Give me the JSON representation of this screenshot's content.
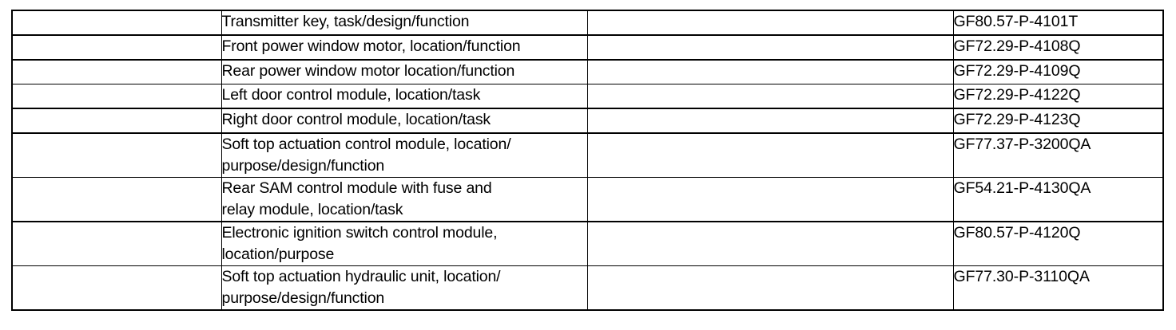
{
  "document": {
    "type": "reference-table",
    "columns": [
      {
        "key": "marker",
        "label": ""
      },
      {
        "key": "description",
        "label": ""
      },
      {
        "key": "spacer",
        "label": ""
      },
      {
        "key": "document_number",
        "label": ""
      }
    ],
    "rows": [
      {
        "marker": "",
        "description_lines": [
          "Transmitter key, task/design/function"
        ],
        "spacer": "",
        "document_number": "GF80.57-P-4101T",
        "lines": 1,
        "thick_bottom": true
      },
      {
        "marker": "",
        "description_lines": [
          "Front power window motor, location/function"
        ],
        "spacer": "",
        "document_number": "GF72.29-P-4108Q",
        "lines": 1,
        "thick_bottom": true
      },
      {
        "marker": "",
        "description_lines": [
          "Rear power window motor location/function"
        ],
        "spacer": "",
        "document_number": "GF72.29-P-4109Q",
        "lines": 1,
        "thick_bottom": false
      },
      {
        "marker": "",
        "description_lines": [
          "Left door control module, location/task"
        ],
        "spacer": "",
        "document_number": "GF72.29-P-4122Q",
        "lines": 1,
        "thick_bottom": true
      },
      {
        "marker": "",
        "description_lines": [
          "Right door control module, location/task"
        ],
        "spacer": "",
        "document_number": "GF72.29-P-4123Q",
        "lines": 1,
        "thick_bottom": true
      },
      {
        "marker": "",
        "description_lines": [
          "Soft top actuation control module, location/",
          "purpose/design/function"
        ],
        "spacer": "",
        "document_number": "GF77.37-P-3200QA",
        "lines": 2,
        "thick_bottom": false
      },
      {
        "marker": "",
        "description_lines": [
          "Rear SAM control module with fuse and",
          "relay module, location/task"
        ],
        "spacer": "",
        "document_number": "GF54.21-P-4130QA",
        "lines": 2,
        "thick_bottom": true
      },
      {
        "marker": "",
        "description_lines": [
          "Electronic ignition switch control module,",
          "location/purpose"
        ],
        "spacer": "",
        "document_number": "GF80.57-P-4120Q",
        "lines": 2,
        "thick_bottom": false
      },
      {
        "marker": "",
        "description_lines": [
          "Soft top actuation hydraulic unit, location/",
          "purpose/design/function"
        ],
        "spacer": "",
        "document_number": "GF77.30-P-3110QA",
        "lines": 2,
        "thick_bottom": false
      }
    ]
  },
  "style": {
    "text_color": "#000000",
    "border_color": "#000000",
    "page_background": "#ffffff"
  }
}
